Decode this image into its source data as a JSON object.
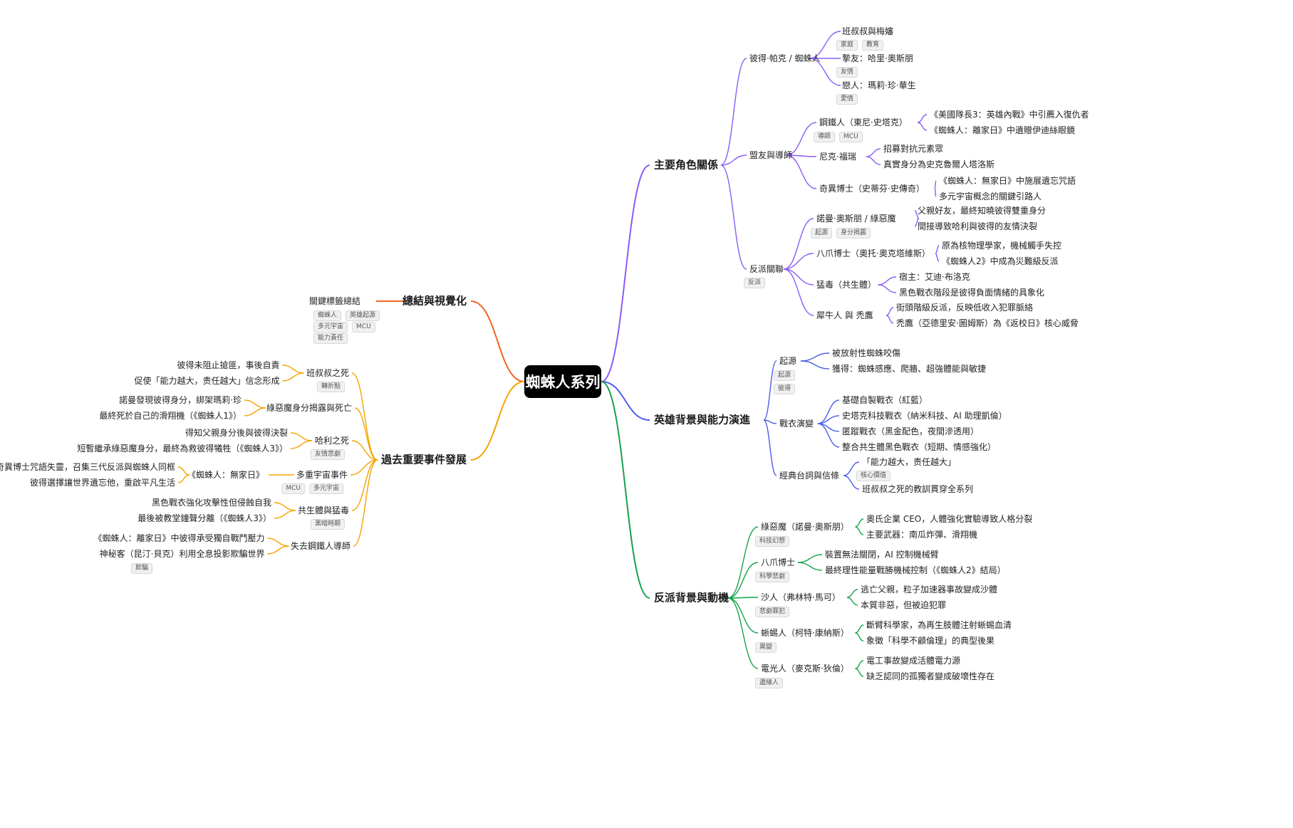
{
  "root": "蜘蛛人系列",
  "branches": [
    {
      "label": "主要角色關係",
      "color": "#8b5cf6",
      "children": [
        {
          "label": "彼得·帕克 / 蜘蛛人",
          "tags": [],
          "children": [
            {
              "label": "班叔叔與梅嬸",
              "tags": [
                "家庭",
                "教育"
              ]
            },
            {
              "label": "摯友：哈里·奧斯朋",
              "tags": [
                "友情"
              ]
            },
            {
              "label": "戀人：瑪莉·珍·華生",
              "tags": [
                "愛情"
              ]
            }
          ]
        },
        {
          "label": "盟友與導師",
          "tags": [],
          "children": [
            {
              "label": "鋼鐵人（東尼·史塔克）",
              "tags": [
                "導師",
                "MCU"
              ],
              "children": [
                "《美國隊長3：英雄內戰》中引薦入復仇者",
                "《蜘蛛人：離家日》中遺贈伊迪絲眼鏡"
              ]
            },
            {
              "label": "尼克·福瑞",
              "tags": [],
              "children": [
                "招募對抗元素眾",
                "真實身分為史克魯爾人塔洛斯"
              ]
            },
            {
              "label": "奇異博士（史蒂芬·史傳奇）",
              "tags": [],
              "children": [
                "《蜘蛛人：無家日》中施展遺忘咒語",
                "多元宇宙概念的關鍵引路人"
              ]
            }
          ]
        },
        {
          "label": "反派關聯",
          "tags": [
            "反派"
          ],
          "children": [
            {
              "label": "諾曼·奧斯朋 / 綠惡魔",
              "tags": [
                "起源",
                "身分揭露"
              ],
              "children": [
                "父親好友，最終知曉彼得雙重身分",
                "間接導致哈利與彼得的友情決裂"
              ]
            },
            {
              "label": "八爪博士（奧托·奧克塔維斯）",
              "tags": [],
              "children": [
                "原為核物理學家，機械觸手失控",
                "《蜘蛛人2》中成為災難級反派"
              ]
            },
            {
              "label": "猛毒（共生體）",
              "tags": [],
              "children": [
                "宿主：艾迪·布洛克",
                "黑色戰衣階段是彼得負面情緒的具象化"
              ]
            },
            {
              "label": "犀牛人 與 禿鷹",
              "tags": [],
              "children": [
                "街頭階級反派，反映低收入犯罪脈絡",
                "禿鷹（亞德里安·圖姆斯）為《返校日》核心威脅"
              ]
            }
          ]
        }
      ]
    },
    {
      "label": "英雄背景與能力演進",
      "color": "#4f5de8",
      "children": [
        {
          "label": "起源",
          "tags": [
            "起源",
            "彼得"
          ],
          "children": [
            {
              "label": "被放射性蜘蛛咬傷",
              "tags": []
            },
            {
              "label": "獲得：蜘蛛感應、爬牆、超強體能與敏捷",
              "tags": []
            }
          ]
        },
        {
          "label": "戰衣演變",
          "tags": [],
          "children": [
            {
              "label": "基礎自製戰衣（紅藍）",
              "tags": []
            },
            {
              "label": "史塔克科技戰衣（納米科技、AI 助理凱倫）",
              "tags": []
            },
            {
              "label": "匿蹤戰衣（黑金配色，夜間滲透用）",
              "tags": []
            },
            {
              "label": "整合共生體黑色戰衣（短期、情感強化）",
              "tags": []
            }
          ]
        },
        {
          "label": "經典台詞與信條",
          "tags": [],
          "children": [
            {
              "label": "「能力越大，责任越大」",
              "tags": [
                "核心價值"
              ]
            },
            {
              "label": "班叔叔之死的教訓貫穿全系列",
              "tags": []
            }
          ]
        }
      ]
    },
    {
      "label": "反派背景與動機",
      "color": "#16a34a",
      "children": [
        {
          "label": "綠惡魔（諾曼·奧斯朋）",
          "tags": [
            "科技幻想"
          ],
          "children": [
            "奧氏企業 CEO，人體強化實驗導致人格分裂",
            "主要武器：南瓜炸彈、滑翔機"
          ]
        },
        {
          "label": "八爪博士",
          "tags": [
            "科學悲劇"
          ],
          "children": [
            "裝置無法關閉，AI 控制機械臂",
            "最終理性能量戰勝機械控制（《蜘蛛人2》結局）"
          ]
        },
        {
          "label": "沙人（弗林特·馬可）",
          "tags": [
            "悲劇罪犯"
          ],
          "children": [
            "逃亡父親，粒子加速器事故變成沙體",
            "本質非惡，但被迫犯罪"
          ]
        },
        {
          "label": "蜥蜴人（柯特·康納斯）",
          "tags": [
            "異變"
          ],
          "children": [
            "斷臂科學家，為再生肢體注射蜥蜴血清",
            "象徵「科學不顧倫理」的典型後果"
          ]
        },
        {
          "label": "電光人（麥克斯·狄倫）",
          "tags": [
            "邊緣人"
          ],
          "children": [
            "電工事故變成活體電力源",
            "缺乏認同的孤獨者變成破壞性存在"
          ]
        }
      ]
    },
    {
      "label": "總結與視覺化",
      "color": "#f26522",
      "children": [
        {
          "label": "關鍵標籤總結",
          "tags": [
            "蜘蛛人",
            "英雄起源",
            "多元宇宙",
            "MCU",
            "能力責任"
          ],
          "children": []
        }
      ]
    },
    {
      "label": "過去重要事件發展",
      "color": "#f5a300",
      "children": [
        {
          "label": "班叔叔之死",
          "tags": [
            "轉折點"
          ],
          "children": [
            "彼得未阻止搶匪，事後自責",
            "促使「能力越大，责任越大」信念形成"
          ]
        },
        {
          "label": "綠惡魔身分揭露與死亡",
          "tags": [],
          "children": [
            "諾曼發現彼得身分，綁架瑪莉·珍",
            "最終死於自己的滑翔機（《蜘蛛人1》）"
          ]
        },
        {
          "label": "哈利之死",
          "tags": [
            "友情悲劇"
          ],
          "children": [
            "得知父親身分後與彼得決裂",
            "短暫繼承綠惡魔身分，最終為救彼得犧牲（《蜘蛛人3》）"
          ]
        },
        {
          "label": "多重宇宙事件",
          "tags": [
            "MCU",
            "多元宇宙"
          ],
          "children": [
            {
              "label": "《蜘蛛人：無家日》",
              "children": [
                "奇異博士咒語失靈，召集三代反派與蜘蛛人同框",
                "彼得選擇讓世界遺忘他，重啟平凡生活"
              ]
            }
          ]
        },
        {
          "label": "共生體與猛毒",
          "tags": [
            "黑暗時期"
          ],
          "children": [
            "黑色戰衣強化攻擊性但侵蝕自我",
            "最後被教堂鐘聲分離（《蜘蛛人3》）"
          ]
        },
        {
          "label": "失去鋼鐵人導師",
          "tags": [],
          "children": [
            "《蜘蛛人：離家日》中彼得承受獨自戰鬥壓力",
            "神秘客（昆汀·貝克）利用全息投影欺騙世界"
          ],
          "extra_tag": "欺騙"
        }
      ]
    }
  ]
}
